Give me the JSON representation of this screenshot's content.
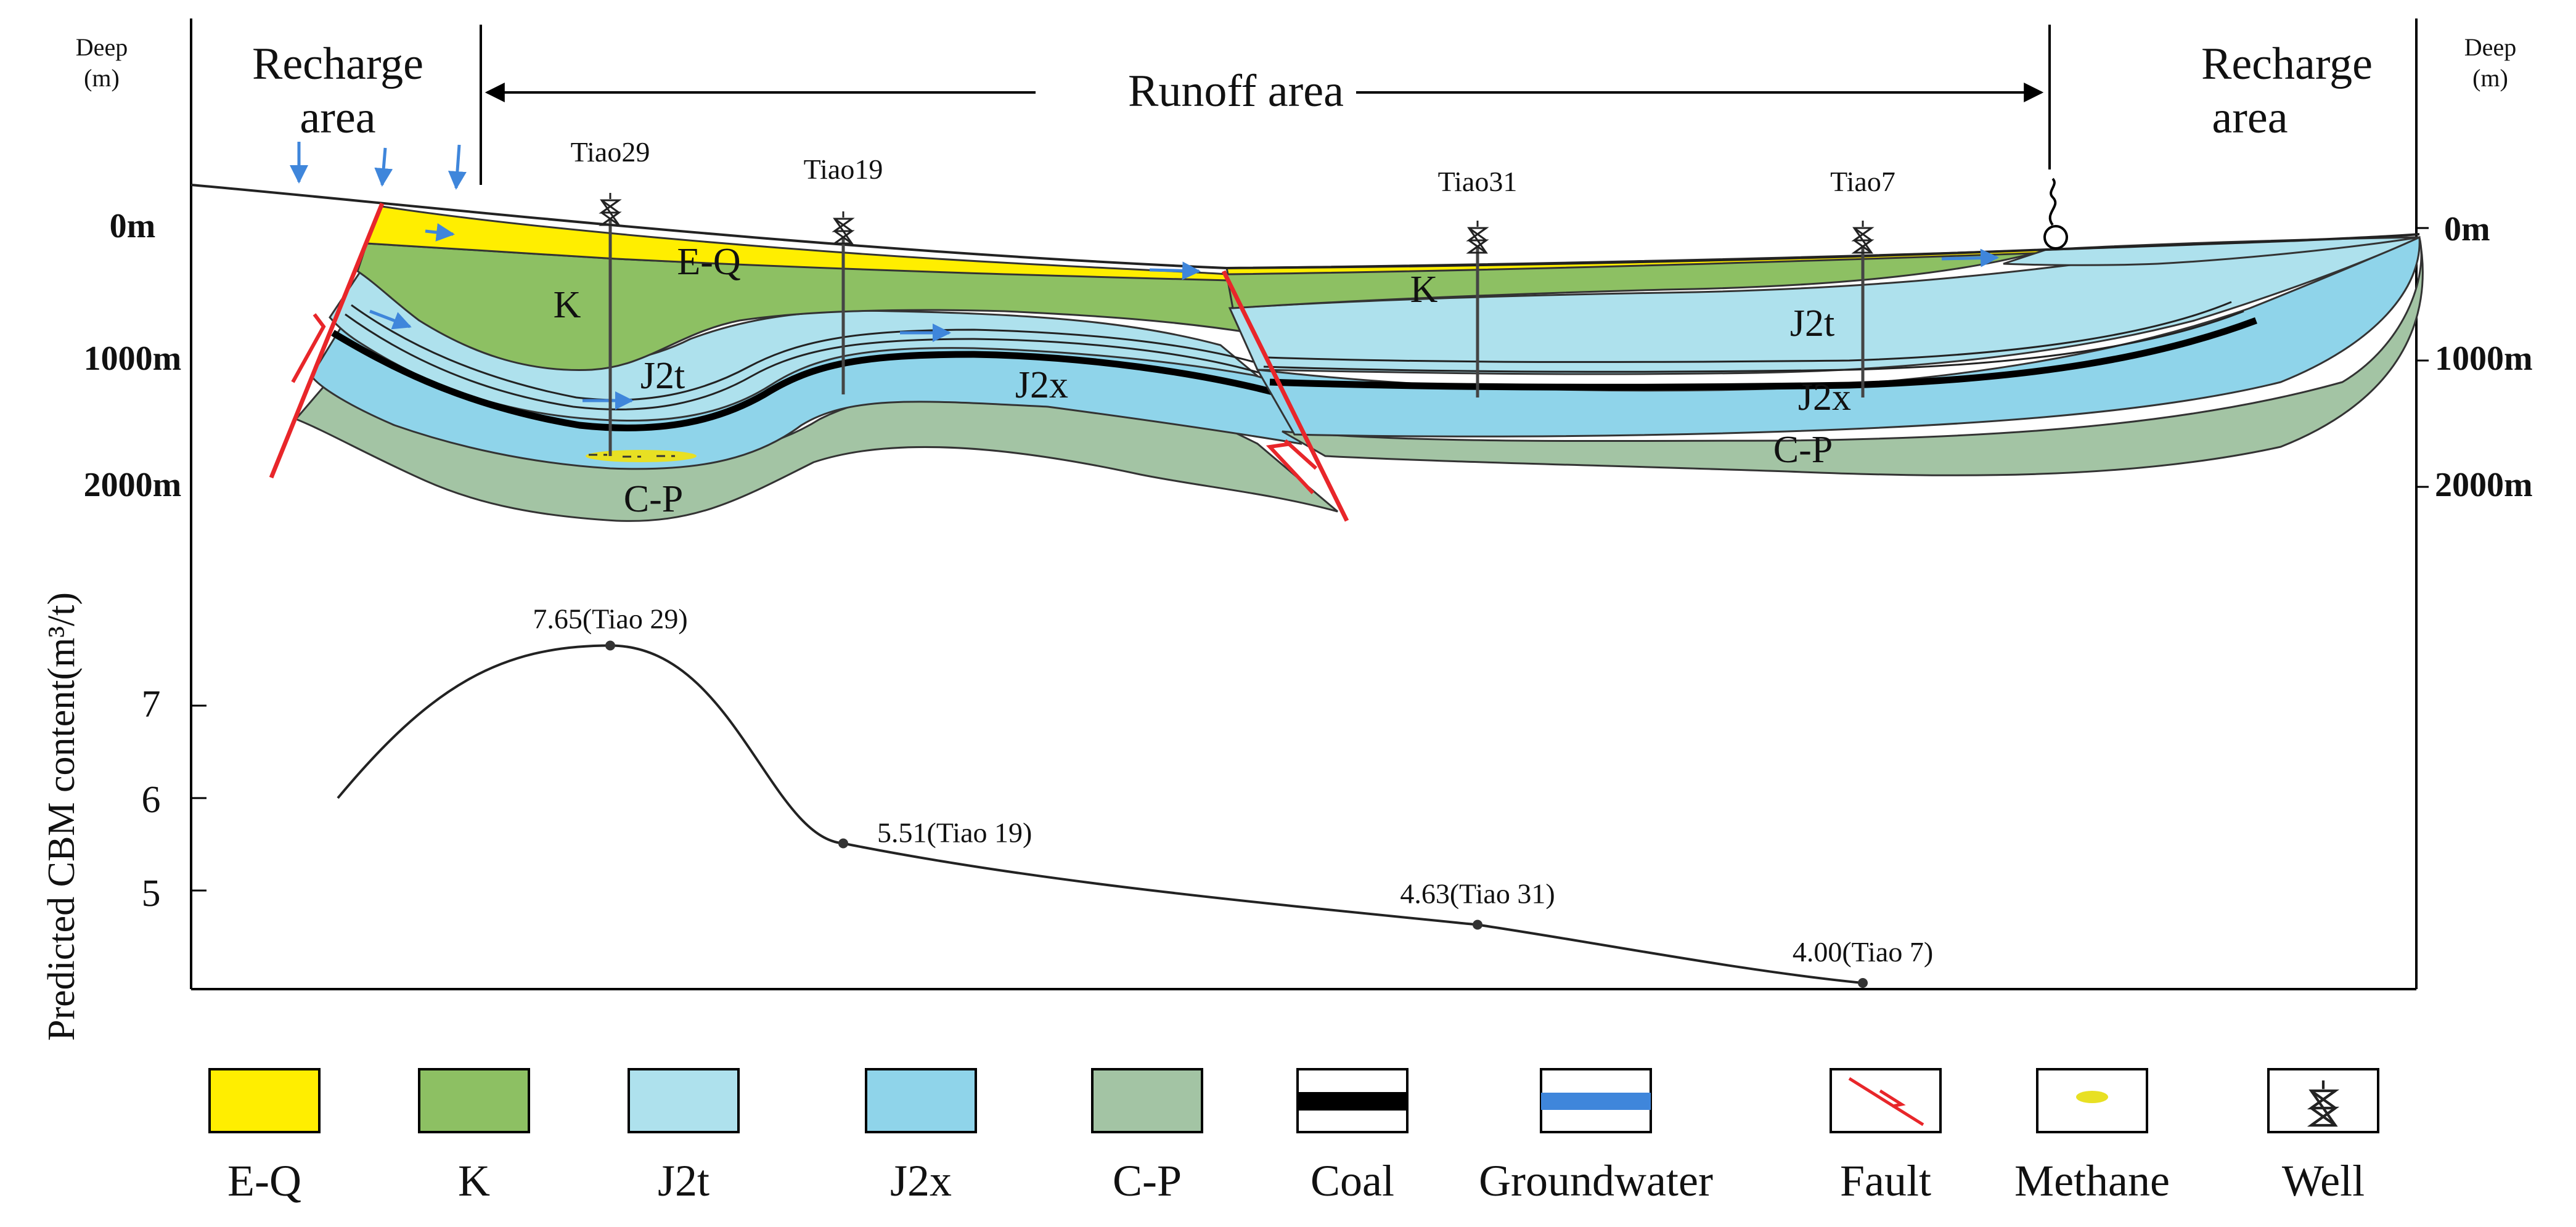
{
  "header": {
    "deep_left": "Deep",
    "deep_left_unit": "(m)",
    "deep_right": "Deep",
    "deep_right_unit": "(m)",
    "recharge_left_line1": "Recharge",
    "recharge_left_line2": "area",
    "runoff": "Runoff area",
    "recharge_right_line1": "Recharge",
    "recharge_right_line2": "area"
  },
  "depth_ticks": [
    "0m",
    "1000m",
    "2000m"
  ],
  "wells": [
    "Tiao29",
    "Tiao19",
    "Tiao31",
    "Tiao7"
  ],
  "layer_labels": {
    "eq": "E-Q",
    "k_left": "K",
    "k_right": "K",
    "j2t_left": "J2t",
    "j2t_right": "J2t",
    "j2x_left": "J2x",
    "j2x_right": "J2x",
    "cp_left": "C-P",
    "cp_right": "C-P"
  },
  "colors": {
    "eq": "#FFEE00",
    "k": "#8DC063",
    "j2t": "#AEE1ED",
    "j2x": "#8FD4EA",
    "cp": "#A3C4A4",
    "coal": "#000000",
    "groundwater": "#3F86DB",
    "fault": "#E8262A",
    "methane": "#E8E023"
  },
  "chart_data": {
    "type": "line",
    "ylabel": "Predicted CBM content(m³/t)",
    "yticks": [
      "7",
      "6",
      "5"
    ],
    "ylim": [
      4,
      8
    ],
    "points": [
      {
        "label": "7.65(Tiao 29)",
        "well": "Tiao 29",
        "value": 7.65
      },
      {
        "label": "5.51(Tiao 19)",
        "well": "Tiao 19",
        "value": 5.51
      },
      {
        "label": "4.63(Tiao 31)",
        "well": "Tiao 31",
        "value": 4.63
      },
      {
        "label": "4.00(Tiao 7)",
        "well": "Tiao 7",
        "value": 4.0
      }
    ]
  },
  "legend": [
    {
      "id": "eq",
      "label": "E-Q"
    },
    {
      "id": "k",
      "label": "K"
    },
    {
      "id": "j2t",
      "label": "J2t"
    },
    {
      "id": "j2x",
      "label": "J2x"
    },
    {
      "id": "cp",
      "label": "C-P"
    },
    {
      "id": "coal",
      "label": "Coal"
    },
    {
      "id": "groundwater",
      "label": "Groundwater"
    },
    {
      "id": "fault",
      "label": "Fault"
    },
    {
      "id": "methane",
      "label": "Methane"
    },
    {
      "id": "well",
      "label": "Well"
    }
  ]
}
